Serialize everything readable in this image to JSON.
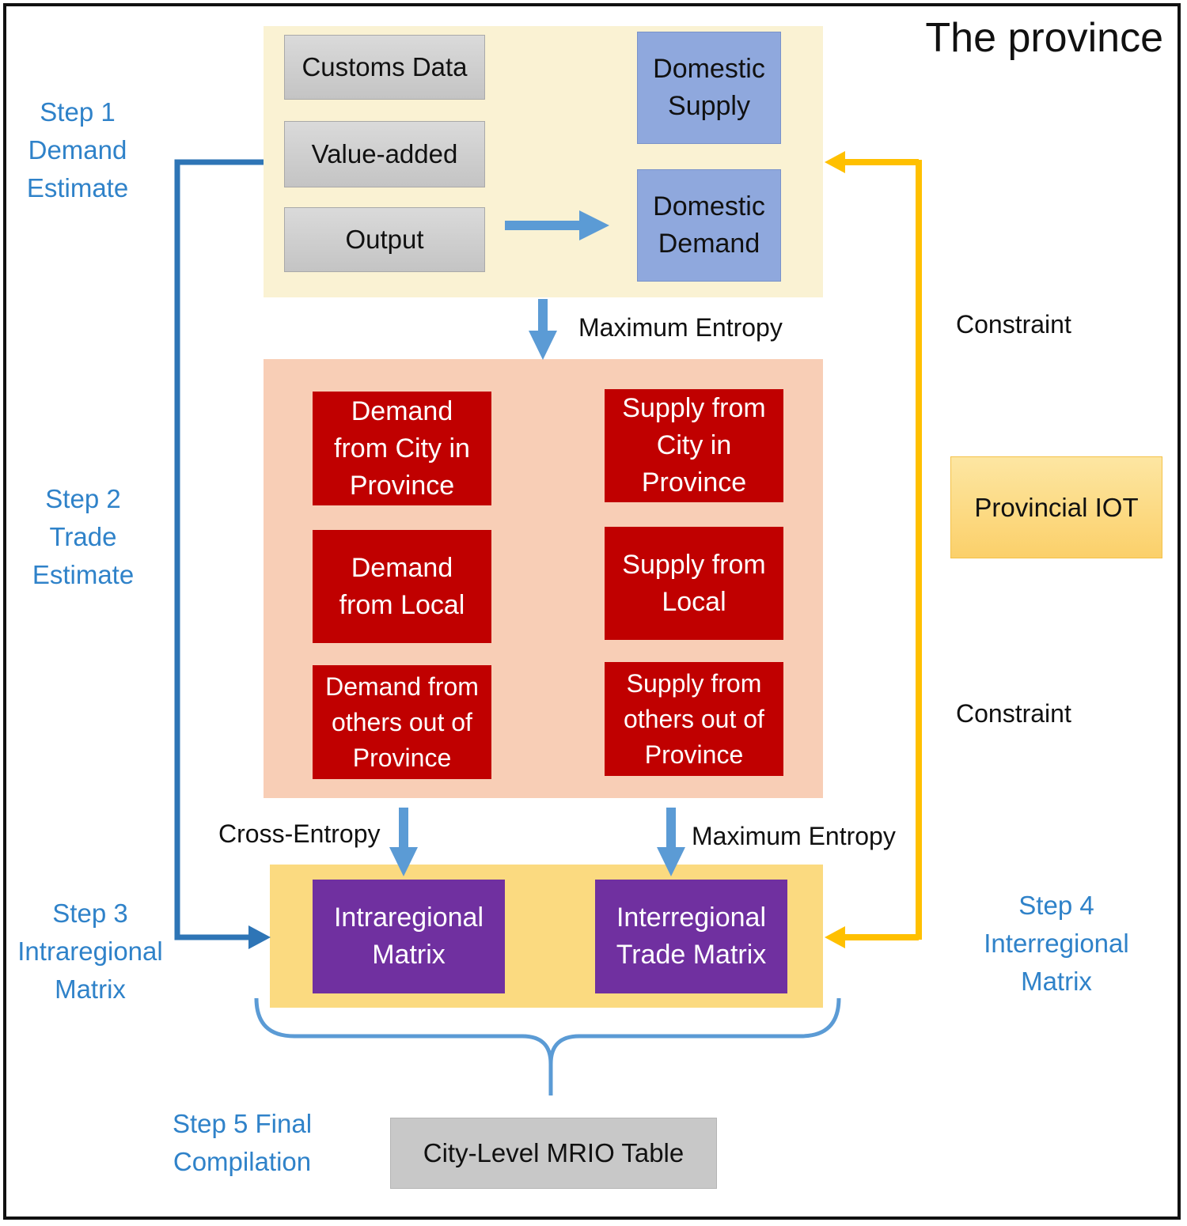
{
  "title": "The province",
  "inputs": [
    "Customs Data",
    "Value-added",
    "Output"
  ],
  "domestic": [
    "Domestic Supply",
    "Domestic Demand"
  ],
  "edge_labels": {
    "max_entropy_1": "Maximum Entropy",
    "cross_entropy": "Cross-Entropy",
    "max_entropy_2": "Maximum Entropy",
    "constraint_1": "Constraint",
    "constraint_2": "Constraint"
  },
  "demand_boxes": [
    "Demand from City in Province",
    "Demand from Local",
    "Demand from others out of Province"
  ],
  "supply_boxes": [
    "Supply from City in Province",
    "Supply from Local",
    "Supply from others out of Province"
  ],
  "matrices": [
    "Intraregional Matrix",
    "Interregional Trade Matrix"
  ],
  "provincial_iot": "Provincial IOT",
  "final_table": "City-Level MRIO Table",
  "steps": {
    "s1": "Step 1 Demand Estimate",
    "s2": "Step 2 Trade Estimate",
    "s3": "Step 3 Intraregional Matrix",
    "s4": "Step 4 Interregional Matrix",
    "s5": "Step 5 Final Compilation"
  },
  "colors": {
    "step_blue": "#2f82c9",
    "flow_blue": "#5b9bd5",
    "constraint_gold": "#ffc000"
  }
}
